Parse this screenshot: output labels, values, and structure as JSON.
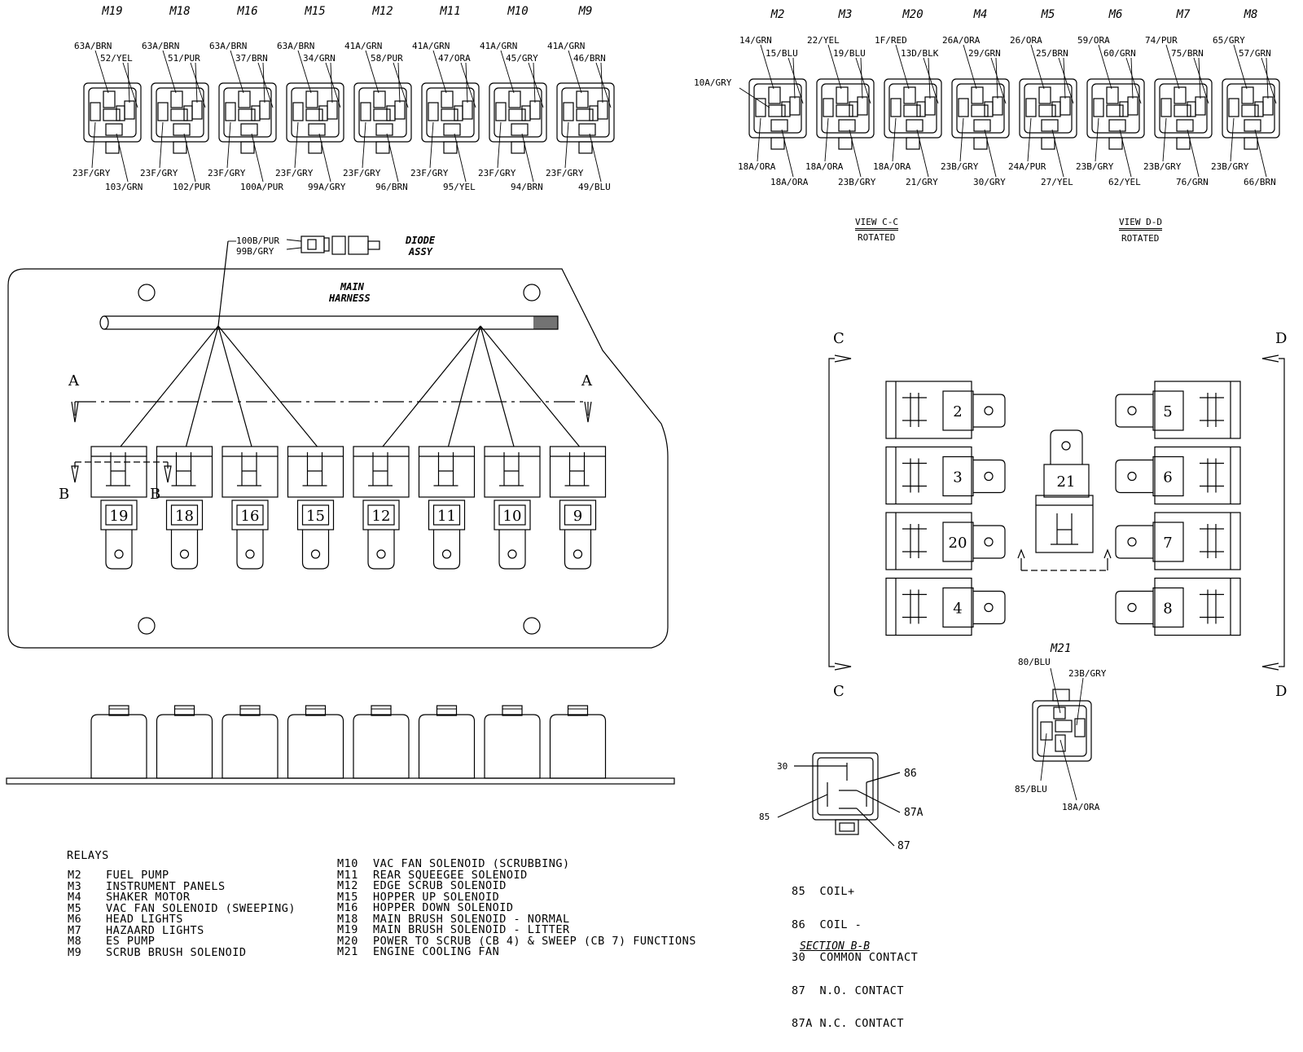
{
  "top_left_connectors": [
    {
      "name": "M19",
      "tl": "63A/BRN",
      "tr": "52/YEL",
      "bl": "23F/GRY",
      "br": "103/GRN"
    },
    {
      "name": "M18",
      "tl": "63A/BRN",
      "tr": "51/PUR",
      "bl": "23F/GRY",
      "br": "102/PUR"
    },
    {
      "name": "M16",
      "tl": "63A/BRN",
      "tr": "37/BRN",
      "bl": "23F/GRY",
      "br": "100A/PUR"
    },
    {
      "name": "M15",
      "tl": "63A/BRN",
      "tr": "34/GRN",
      "bl": "23F/GRY",
      "br": "99A/GRY"
    },
    {
      "name": "M12",
      "tl": "41A/GRN",
      "tr": "58/PUR",
      "bl": "23F/GRY",
      "br": "96/BRN"
    },
    {
      "name": "M11",
      "tl": "41A/GRN",
      "tr": "47/ORA",
      "bl": "23F/GRY",
      "br": "95/YEL"
    },
    {
      "name": "M10",
      "tl": "41A/GRN",
      "tr": "45/GRY",
      "bl": "23F/GRY",
      "br": "94/BRN"
    },
    {
      "name": "M9",
      "tl": "41A/GRN",
      "tr": "46/BRN",
      "bl": "23F/GRY",
      "br": "49/BLU"
    }
  ],
  "top_right_connectors": [
    {
      "name": "M2",
      "tl": "14/GRN",
      "tr": "15/BLU",
      "bl": "18A/ORA",
      "br": "18A/ORA"
    },
    {
      "name": "M3",
      "tl": "22/YEL",
      "tr": "19/BLU",
      "bl": "18A/ORA",
      "br": "23B/GRY"
    },
    {
      "name": "M20",
      "tl": "1F/RED",
      "tr": "13D/BLK",
      "bl": "18A/ORA",
      "br": "21/GRY"
    },
    {
      "name": "M4",
      "tl": "26A/ORA",
      "tr": "29/GRN",
      "bl": "23B/GRY",
      "br": "30/GRY"
    },
    {
      "name": "M5",
      "tl": "26/ORA",
      "tr": "25/BRN",
      "bl": "24A/PUR",
      "br": "27/YEL"
    },
    {
      "name": "M6",
      "tl": "59/ORA",
      "tr": "60/GRN",
      "bl": "23B/GRY",
      "br": "62/YEL"
    },
    {
      "name": "M7",
      "tl": "74/PUR",
      "tr": "75/BRN",
      "bl": "23B/GRY",
      "br": "76/GRN"
    },
    {
      "name": "M8",
      "tl": "65/GRY",
      "tr": "57/GRN",
      "bl": "23B/GRY",
      "br": "66/BRN"
    }
  ],
  "m2_side_label": "10A/GRY",
  "view_cc": {
    "title": "VIEW C-C",
    "sub": "ROTATED"
  },
  "view_dd": {
    "title": "VIEW D-D",
    "sub": "ROTATED"
  },
  "diode": {
    "wire1": "100B/PUR",
    "wire2": "99B/GRY",
    "title1": "DIODE",
    "title2": "ASSY"
  },
  "harness": {
    "line1": "MAIN",
    "line2": "HARNESS"
  },
  "section_letters": {
    "a": "A",
    "b": "B",
    "c": "C",
    "d": "D"
  },
  "panel_relays": [
    "19",
    "18",
    "16",
    "15",
    "12",
    "11",
    "10",
    "9"
  ],
  "view_left_relays": [
    "2",
    "3",
    "20",
    "4"
  ],
  "view_right_relays": [
    "5",
    "6",
    "7",
    "8"
  ],
  "view_center_relay": "21",
  "m21": {
    "name": "M21",
    "tl": "80/BLU",
    "tr": "23B/GRY",
    "bl": "85/BLU",
    "br": "18A/ORA"
  },
  "section_bb": {
    "pins": {
      "p30": "30",
      "p86": "86",
      "p85": "85",
      "p87a": "87A",
      "p87": "87"
    },
    "legend": [
      "85  COIL+",
      "86  COIL -",
      "30  COMMON CONTACT",
      "87  N.O. CONTACT",
      "87A N.C. CONTACT"
    ],
    "title": "SECTION B-B"
  },
  "relays": {
    "title": "RELAYS",
    "col1": [
      {
        "code": "M2",
        "desc": "FUEL PUMP"
      },
      {
        "code": "M3",
        "desc": "INSTRUMENT PANELS"
      },
      {
        "code": "M4",
        "desc": "SHAKER MOTOR"
      },
      {
        "code": "M5",
        "desc": "VAC FAN SOLENOID (SWEEPING)"
      },
      {
        "code": "M6",
        "desc": "HEAD LIGHTS"
      },
      {
        "code": "M7",
        "desc": "HAZAARD LIGHTS"
      },
      {
        "code": "M8",
        "desc": "ES PUMP"
      },
      {
        "code": "M9",
        "desc": "SCRUB BRUSH SOLENOID"
      }
    ],
    "col2": [
      {
        "code": "M10",
        "desc": "VAC FAN SOLENOID (SCRUBBING)"
      },
      {
        "code": "M11",
        "desc": "REAR SQUEEGEE SOLENOID"
      },
      {
        "code": "M12",
        "desc": "EDGE SCRUB SOLENOID"
      },
      {
        "code": "M15",
        "desc": "HOPPER UP SOLENOID"
      },
      {
        "code": "M16",
        "desc": "HOPPER DOWN SOLENOID"
      },
      {
        "code": "M18",
        "desc": "MAIN BRUSH SOLENOID - NORMAL"
      },
      {
        "code": "M19",
        "desc": "MAIN BRUSH SOLENOID - LITTER"
      },
      {
        "code": "M20",
        "desc": "POWER TO SCRUB (CB 4) & SWEEP (CB 7) FUNCTIONS"
      },
      {
        "code": "M21",
        "desc": "ENGINE COOLING FAN"
      }
    ]
  }
}
